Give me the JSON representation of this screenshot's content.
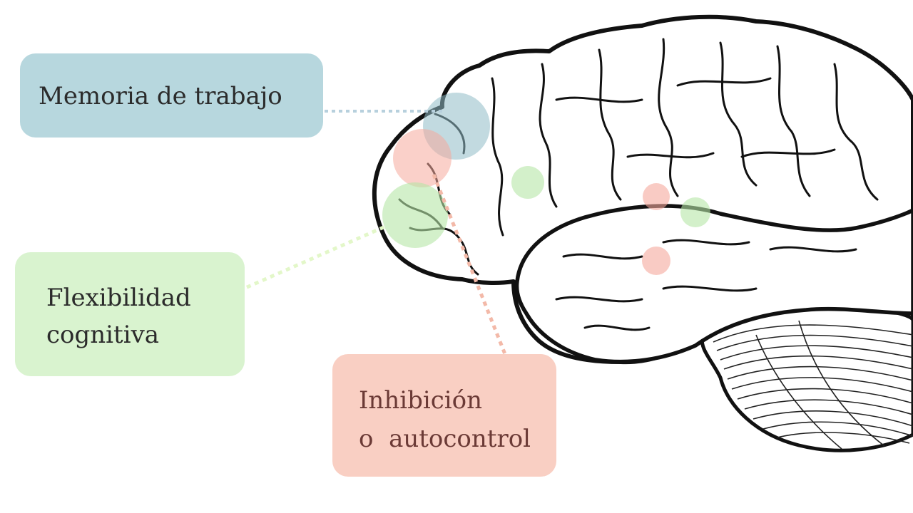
{
  "colors": {
    "memoria": "#b7d7de",
    "flexibilidad": "#d9f3cf",
    "inhibicion": "#f9cfc3",
    "spot_blue": "#8fbcc6",
    "spot_red": "#f5a99d",
    "spot_green": "#b5e6a6",
    "connector_blue": "#b7d0dd",
    "connector_green": "#e3f7c9",
    "connector_red": "#f3b9a8"
  },
  "labels": {
    "memoria": {
      "line1": "Memoria de trabajo"
    },
    "flexibilidad": {
      "line1": "Flexibilidad",
      "line2": "cognitiva"
    },
    "inhibicion": {
      "line1": "Inhibición",
      "line2": "o  autocontrol"
    }
  },
  "icons": [
    "brain-illustration-icon"
  ]
}
